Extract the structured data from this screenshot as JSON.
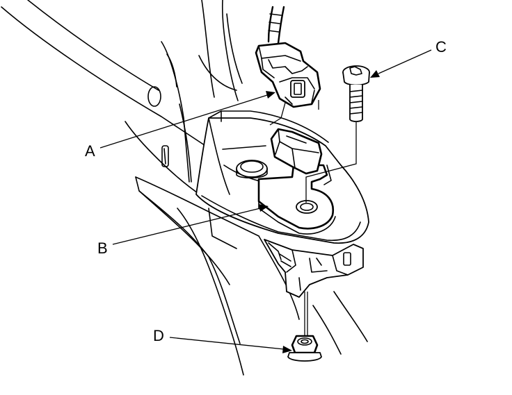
{
  "callouts": {
    "a": "A",
    "b": "B",
    "c": "C",
    "d": "D"
  },
  "parts": {
    "a": "connector-icon",
    "b": "sensor-bracket-icon",
    "c": "bolt-icon",
    "d": "flange-nut-icon"
  },
  "colors": {
    "line": "#000000",
    "background": "#ffffff"
  }
}
